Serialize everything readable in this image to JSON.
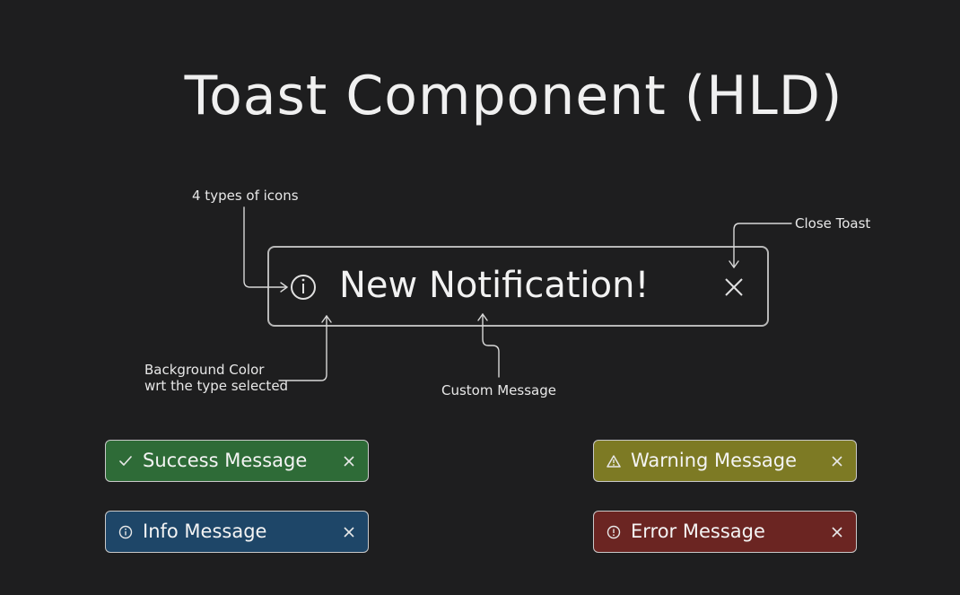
{
  "title": "Toast Component (HLD)",
  "annotations": {
    "icons": "4 types of icons",
    "close": "Close Toast",
    "background_line1": "Background Color",
    "background_line2": "wrt the type selected",
    "message": "Custom Message"
  },
  "main_toast": {
    "message": "New Notification!",
    "icon": "info-circle-icon",
    "close_icon": "close-icon"
  },
  "toasts": [
    {
      "type": "success",
      "label": "Success Message",
      "color": "#2e6b37",
      "icon": "check-icon"
    },
    {
      "type": "warning",
      "label": "Warning Message",
      "color": "#7d7a24",
      "icon": "warning-triangle-icon"
    },
    {
      "type": "info",
      "label": "Info Message",
      "color": "#1e4668",
      "icon": "info-circle-icon"
    },
    {
      "type": "error",
      "label": "Error Message",
      "color": "#6b2522",
      "icon": "alert-circle-icon"
    }
  ]
}
